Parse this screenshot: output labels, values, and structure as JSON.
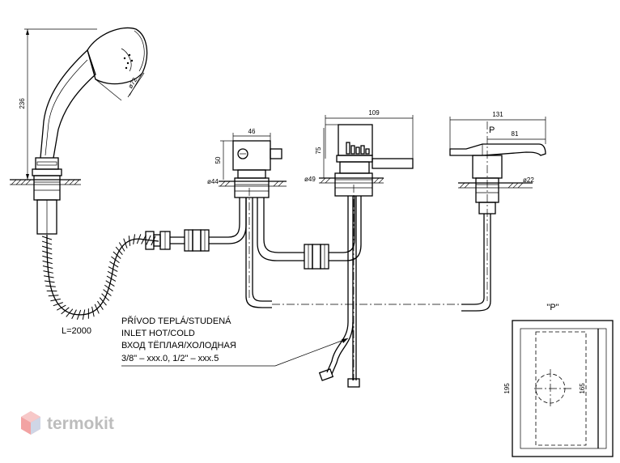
{
  "dimensions": {
    "handshower_height": "236",
    "handshower_diameter": "ø72",
    "diverter_width": "46",
    "diverter_height": "50",
    "diverter_hole": "ø44",
    "mixer_width": "109",
    "mixer_height": "75",
    "mixer_hole": "ø49",
    "spout_width": "131",
    "spout_offset": "81",
    "spout_hole": "ø22",
    "spout_marker": "P",
    "plate_width": "195",
    "plate_cutout": "165"
  },
  "hose_length": "L=2000",
  "inlet_note": {
    "line1": "PŘÍVOD TEPLÁ/STUDENÁ",
    "line2": "INLET HOT/COLD",
    "line3": "ВХОД ТЁПЛАЯ/ХОЛОДНАЯ",
    "line4": "3/8\" – xxx.0, 1/2\" – xxx.5"
  },
  "detail_title": "\"P\"",
  "brand": {
    "name": "termokit",
    "color_light": "#f4b6b6",
    "color_mid": "#e88a8a",
    "color_dark": "#c9c9c9"
  }
}
